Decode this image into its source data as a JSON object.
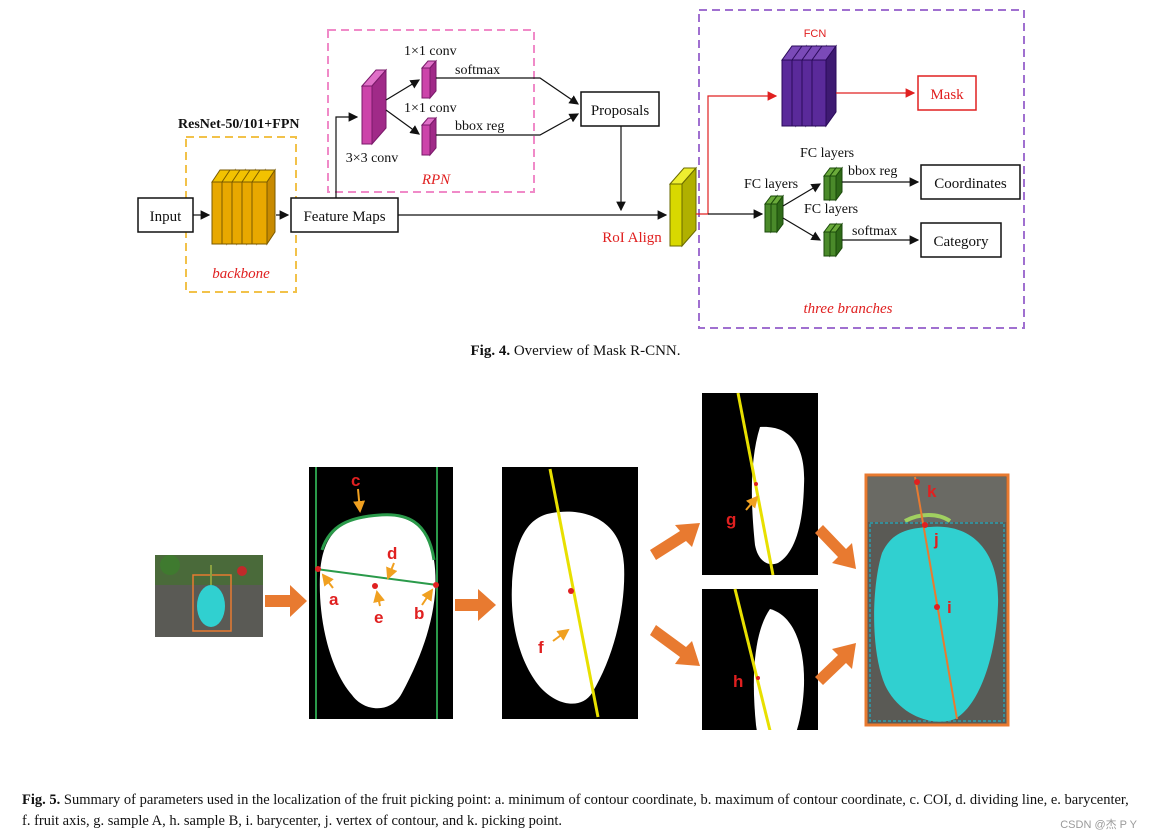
{
  "fig4": {
    "resnet_label": "ResNet-50/101+FPN",
    "input_label": "Input",
    "backbone_label": "backbone",
    "feature_maps_label": "Feature Maps",
    "conv3_label": "3×3 conv",
    "conv1_top_label": "1×1 conv",
    "softmax_label": "softmax",
    "conv1_mid_label": "1×1 conv",
    "bbox_reg_label": "bbox reg",
    "rpn_label": "RPN",
    "proposals_label": "Proposals",
    "roi_align_label": "RoI Align",
    "fcn_label": "FCN",
    "mask_label": "Mask",
    "fc_layers_top": "FC layers",
    "fc_layers_left": "FC layers",
    "fc_layers_bottom": "FC layers",
    "bbox_reg_right": "bbox reg",
    "softmax_right": "softmax",
    "coordinates_label": "Coordinates",
    "category_label": "Category",
    "three_branches_label": "three branches",
    "caption_prefix": "Fig. 4.",
    "caption_text": " Overview of Mask R-CNN."
  },
  "fig5": {
    "labels": {
      "a": "a",
      "b": "b",
      "c": "c",
      "d": "d",
      "e": "e",
      "f": "f",
      "g": "g",
      "h": "h",
      "i": "i",
      "j": "j",
      "k": "k"
    },
    "caption_prefix": "Fig. 5.",
    "caption_text": " Summary of parameters used in the localization of the fruit picking point: a. minimum of contour coordinate, b. maximum of contour coordinate, c. COI, d. dividing line, e. barycenter, f. fruit axis, g. sample A, h. sample B, i. barycenter, j. vertex of contour, and k. picking point."
  },
  "watermark": "CSDN @杰 P Y",
  "colors": {
    "backbone": "#e8a800",
    "rpn_pink": "#cc44aa",
    "fcn_purple": "#5a2a9a",
    "roi_yellow": "#d8d800",
    "fc_green": "#4a8a2a",
    "red_text": "#e02020",
    "orange_arrow": "#e87a30",
    "cyan_fruit": "#30d0d0",
    "dashed_yellow": "#f2c24a",
    "dashed_pink": "#f08ac8",
    "dashed_purple": "#a070d0"
  }
}
